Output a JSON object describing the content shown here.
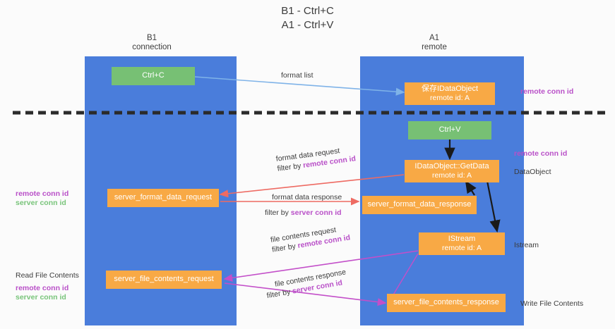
{
  "title": {
    "line1": "B1 - Ctrl+C",
    "line2": "A1 - Ctrl+V"
  },
  "columns": [
    {
      "id": "b1",
      "name": "B1",
      "role": "connection"
    },
    {
      "id": "a1",
      "name": "A1",
      "role": "remote"
    }
  ],
  "nodes": {
    "ctrl_c": {
      "label": "Ctrl+C",
      "color": "#77c074"
    },
    "ctrl_v": {
      "label": "Ctrl+V",
      "color": "#77c074"
    },
    "save_idataobject": {
      "line1": "保存IDataObject",
      "line2": "remote id: A",
      "color": "#f8a945"
    },
    "getdata": {
      "line1": "IDataObject::GetData",
      "line2": "remote id: A",
      "color": "#f8a945"
    },
    "istream": {
      "line1": "IStream",
      "line2": "remote id: A",
      "color": "#f8a945"
    },
    "server_format_data_request": {
      "label": "server_format_data_request",
      "color": "#f8a945"
    },
    "server_format_data_response": {
      "label": "server_format_data_response",
      "color": "#f8a945"
    },
    "server_file_contents_request": {
      "label": "server_file_contents_request",
      "color": "#f8a945"
    },
    "server_file_contents_response": {
      "label": "server_file_contents_response",
      "color": "#f8a945"
    }
  },
  "edges": {
    "format_list": {
      "label": "format list"
    },
    "format_data_request": {
      "label": "format data request",
      "filter_prefix": "filter by ",
      "filter_key": "remote conn id"
    },
    "format_data_response": {
      "label": "format data response",
      "filter_prefix": "filter by ",
      "filter_key": "server conn id"
    },
    "file_contents_request": {
      "label": "file contents request",
      "filter_prefix": "filter by ",
      "filter_key": "remote conn id"
    },
    "file_contents_response": {
      "label": "file contents response",
      "filter_prefix": "filter by ",
      "filter_key": "server conn id"
    }
  },
  "annotations": {
    "right_remote_conn_id_top": "remote conn id",
    "right_remote_conn_id_mid": "remote conn id",
    "right_dataobject": "DataObject",
    "right_istream": "Istream",
    "right_write_file_contents": "Write File Contents",
    "left_remote_conn_id": "remote conn id",
    "left_server_conn_id": "server conn id",
    "left_read_file_contents": "Read File Contents",
    "left_remote_conn_id_2": "remote conn id",
    "left_server_conn_id_2": "server conn id"
  },
  "colors": {
    "band": "#4a7ddb",
    "orange": "#f8a945",
    "green": "#77c074",
    "purple": "#b950c8",
    "green_text": "#78c47a",
    "red_arrow": "#ee6b63",
    "blue_arrow": "#7fb3e8",
    "magenta_arrow": "#c34fc9",
    "black": "#1a1a1a",
    "divider": "#2b2b2b"
  }
}
